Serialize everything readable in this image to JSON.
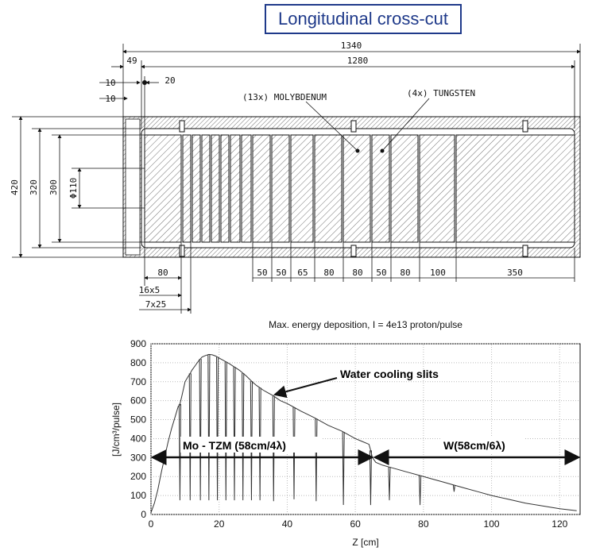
{
  "title": "Longitudinal cross-cut",
  "drawing": {
    "dims_top": {
      "total": "1340",
      "inner": "1280",
      "offset": "49",
      "d10a": "10",
      "d20": "20",
      "d10b": "10"
    },
    "dims_left": {
      "d420": "420",
      "d320": "320",
      "d300": "300",
      "d110": "Φ110"
    },
    "material_labels": {
      "molybdenum": "(13x) MOLYBDENUM",
      "tungsten": "(4x) TUNGSTEN"
    },
    "dims_bottom": {
      "d80": "80",
      "d16x5": "16x5",
      "d7x25": "7x25",
      "segments": [
        "50",
        "50",
        "65",
        "80",
        "80",
        "50",
        "80",
        "100",
        "350"
      ]
    }
  },
  "chart_data": {
    "type": "line",
    "title": "Max. energy deposition, I = 4e13 proton/pulse",
    "xlabel": "Z [cm]",
    "ylabel": "[J/cm³/pulse]",
    "xlim": [
      0,
      126
    ],
    "ylim": [
      0,
      900
    ],
    "xticks": [
      0,
      20,
      40,
      60,
      80,
      100,
      120
    ],
    "yticks": [
      0,
      100,
      200,
      300,
      400,
      500,
      600,
      700,
      800,
      900
    ],
    "grid": true,
    "annotations": {
      "slits": "Water cooling slits",
      "mo": "Mo - TZM (58cm/4λ)",
      "w": "W(58cm/6λ)"
    },
    "slit_positions": [
      8.5,
      11.5,
      14.5,
      17,
      19.5,
      22,
      24.5,
      27,
      29.5,
      32,
      36,
      42,
      48.5,
      56.5,
      64.5,
      70,
      79,
      89
    ],
    "slit_min_values": [
      75,
      75,
      75,
      75,
      75,
      75,
      75,
      75,
      75,
      75,
      70,
      80,
      70,
      50,
      50,
      75,
      50,
      120
    ],
    "series": [
      {
        "x": [
          0,
          1,
          2,
          3,
          4,
          5,
          6,
          7,
          8,
          8.4,
          9,
          10,
          11,
          11.4,
          12,
          13,
          14,
          14.4,
          15,
          16,
          17,
          18,
          19,
          20,
          21,
          22,
          23,
          24,
          25,
          26,
          27,
          28,
          29,
          30,
          31,
          32,
          33,
          34,
          35,
          36,
          37,
          38,
          40,
          42,
          44,
          46,
          48,
          50,
          52,
          54,
          56,
          58,
          60,
          62,
          64,
          64.4,
          65,
          66,
          68,
          70,
          72,
          75,
          79,
          82,
          86,
          89,
          92,
          96,
          100,
          105,
          110,
          115,
          120,
          125
        ],
        "y": [
          10,
          60,
          130,
          220,
          300,
          380,
          450,
          510,
          570,
          575,
          620,
          700,
          730,
          740,
          760,
          785,
          810,
          818,
          830,
          838,
          844,
          842,
          835,
          825,
          815,
          805,
          795,
          783,
          772,
          760,
          745,
          730,
          712,
          695,
          680,
          668,
          655,
          645,
          635,
          625,
          612,
          600,
          585,
          565,
          545,
          528,
          510,
          490,
          470,
          455,
          440,
          420,
          400,
          385,
          370,
          345,
          300,
          275,
          260,
          250,
          240,
          225,
          205,
          190,
          170,
          155,
          140,
          120,
          100,
          80,
          60,
          45,
          30,
          20
        ]
      }
    ]
  }
}
